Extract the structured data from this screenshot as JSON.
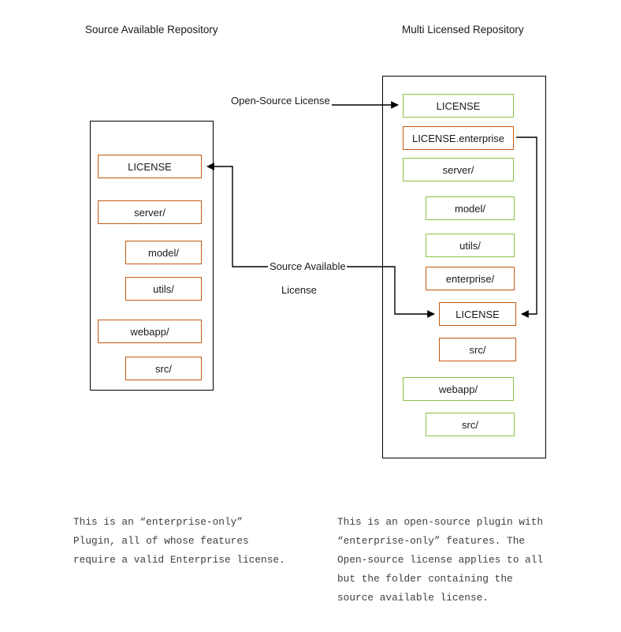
{
  "colors": {
    "orange": "#C55A11",
    "green": "#8CC044",
    "outline": "#000000",
    "text": "#1a1a1a",
    "caption_text": "#3f3f3f",
    "background": "#ffffff"
  },
  "titles": {
    "left": "Source Available Repository",
    "right": "Multi Licensed Repository"
  },
  "left_repo": {
    "items": [
      {
        "label": "LICENSE",
        "color": "orange",
        "indent": 0
      },
      {
        "label": "server/",
        "color": "orange",
        "indent": 0
      },
      {
        "label": "model/",
        "color": "orange",
        "indent": 1
      },
      {
        "label": "utils/",
        "color": "orange",
        "indent": 1
      },
      {
        "label": "webapp/",
        "color": "orange",
        "indent": 0
      },
      {
        "label": "src/",
        "color": "orange",
        "indent": 1
      }
    ]
  },
  "right_repo": {
    "items": [
      {
        "label": "LICENSE",
        "color": "green",
        "indent": 0
      },
      {
        "label": "LICENSE.enterprise",
        "color": "orange",
        "indent": 0
      },
      {
        "label": "server/",
        "color": "green",
        "indent": 0
      },
      {
        "label": "model/",
        "color": "green",
        "indent": 1
      },
      {
        "label": "utils/",
        "color": "green",
        "indent": 1
      },
      {
        "label": "enterprise/",
        "color": "orange",
        "indent": 1
      },
      {
        "label": "LICENSE",
        "color": "orange",
        "indent": 2
      },
      {
        "label": "src/",
        "color": "orange",
        "indent": 2
      },
      {
        "label": "webapp/",
        "color": "green",
        "indent": 0
      },
      {
        "label": "src/",
        "color": "green",
        "indent": 1
      }
    ]
  },
  "connectors": {
    "open_source_license": "Open-Source License",
    "source_available_line1": "Source Available",
    "source_available_line2": "License"
  },
  "captions": {
    "left": "This is an “enterprise-only”\nPlugin, all of whose features\nrequire a valid Enterprise license.",
    "right": "This is an open-source plugin with\n“enterprise-only” features. The\nOpen-source license applies to all\nbut the folder containing the\nsource available license."
  }
}
